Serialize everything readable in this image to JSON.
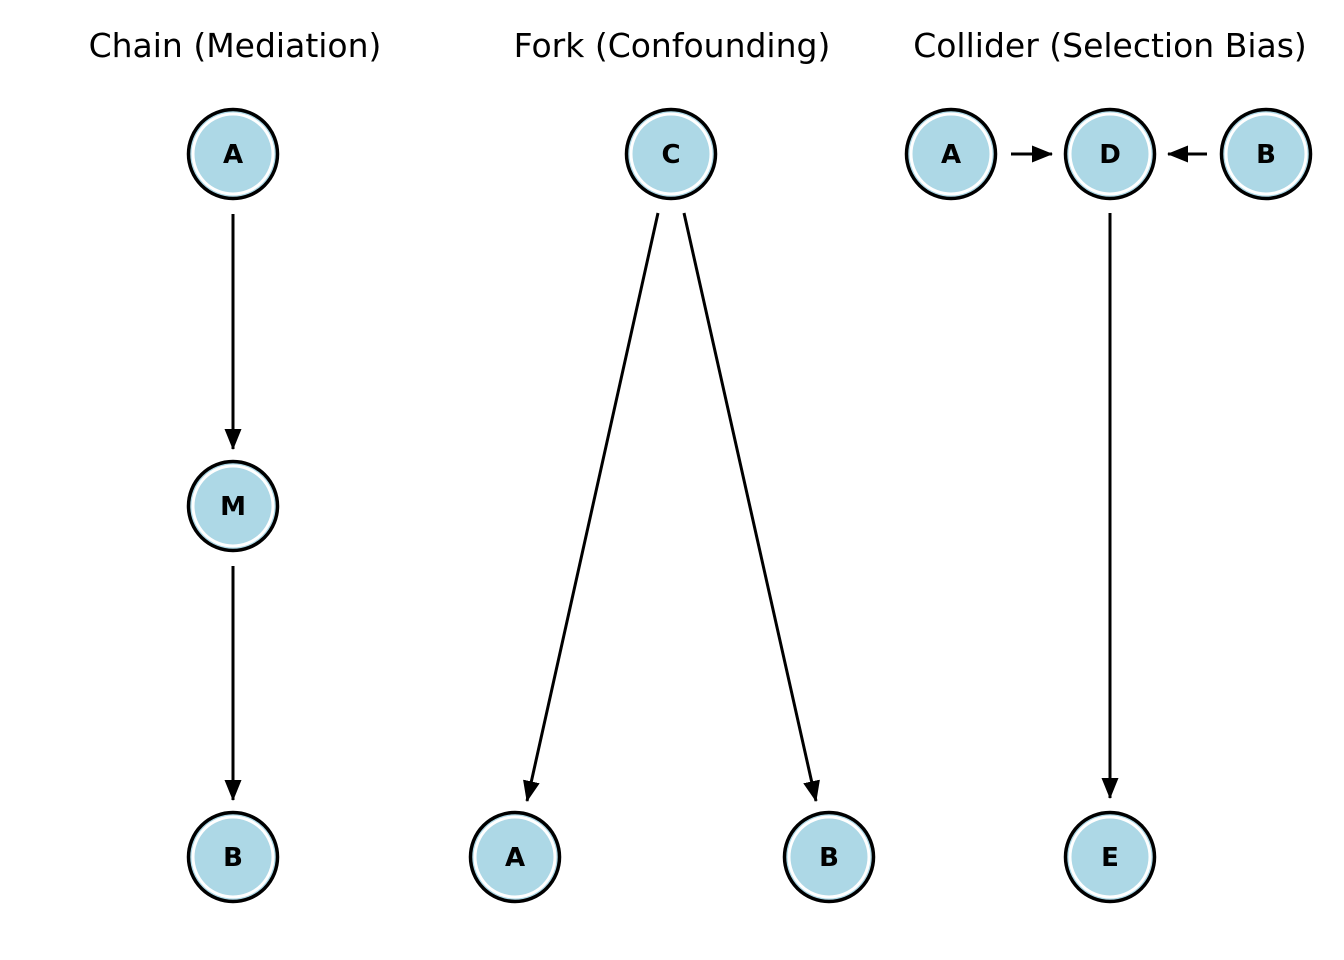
{
  "colors": {
    "background": "#FFFFFF",
    "node_fill": "#ADD8E6",
    "node_ring": "#FFFFFF",
    "edge": "#000000",
    "text": "#000000"
  },
  "diagrams": [
    {
      "id": "chain",
      "title": "Chain (Mediation)",
      "nodes": [
        {
          "label": "A"
        },
        {
          "label": "M"
        },
        {
          "label": "B"
        }
      ],
      "edges": [
        {
          "from": "A",
          "to": "M"
        },
        {
          "from": "M",
          "to": "B"
        }
      ]
    },
    {
      "id": "fork",
      "title": "Fork (Confounding)",
      "nodes": [
        {
          "label": "C"
        },
        {
          "label": "A"
        },
        {
          "label": "B"
        }
      ],
      "edges": [
        {
          "from": "C",
          "to": "A"
        },
        {
          "from": "C",
          "to": "B"
        }
      ]
    },
    {
      "id": "collider",
      "title": "Collider (Selection Bias)",
      "nodes": [
        {
          "label": "A"
        },
        {
          "label": "D"
        },
        {
          "label": "B"
        },
        {
          "label": "E"
        }
      ],
      "edges": [
        {
          "from": "A",
          "to": "D"
        },
        {
          "from": "B",
          "to": "D"
        },
        {
          "from": "D",
          "to": "E"
        }
      ]
    }
  ]
}
